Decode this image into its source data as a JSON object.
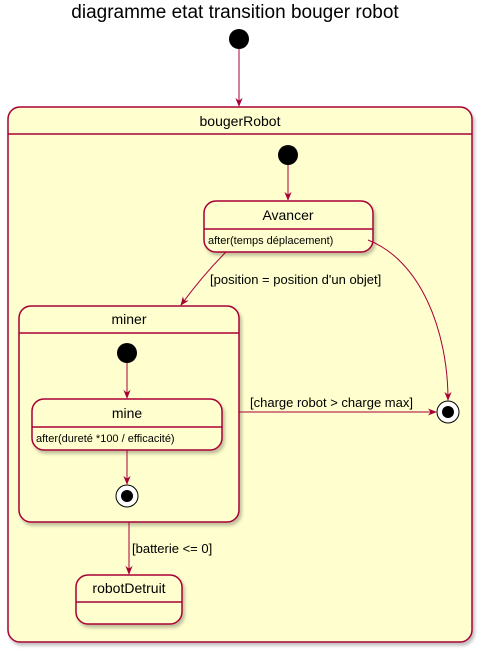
{
  "title": "diagramme etat transition bouger robot",
  "colors": {
    "state_fill": "#FEFECE",
    "state_border": "#A80036",
    "arrow": "#A80036",
    "background": "#FFFFFF"
  },
  "states": {
    "bougerRobot": {
      "name": "bougerRobot"
    },
    "avancer": {
      "name": "Avancer",
      "action": "after(temps déplacement)"
    },
    "miner": {
      "name": "miner"
    },
    "mine": {
      "name": "mine",
      "action": "after(dureté *100 / efficacité)"
    },
    "robotDetruit": {
      "name": "robotDetruit"
    }
  },
  "transitions": {
    "avancer_to_miner": "[position = position d'un objet]",
    "miner_to_final": "[charge robot > charge max]",
    "miner_to_robotDetruit": "[batterie <= 0]"
  }
}
